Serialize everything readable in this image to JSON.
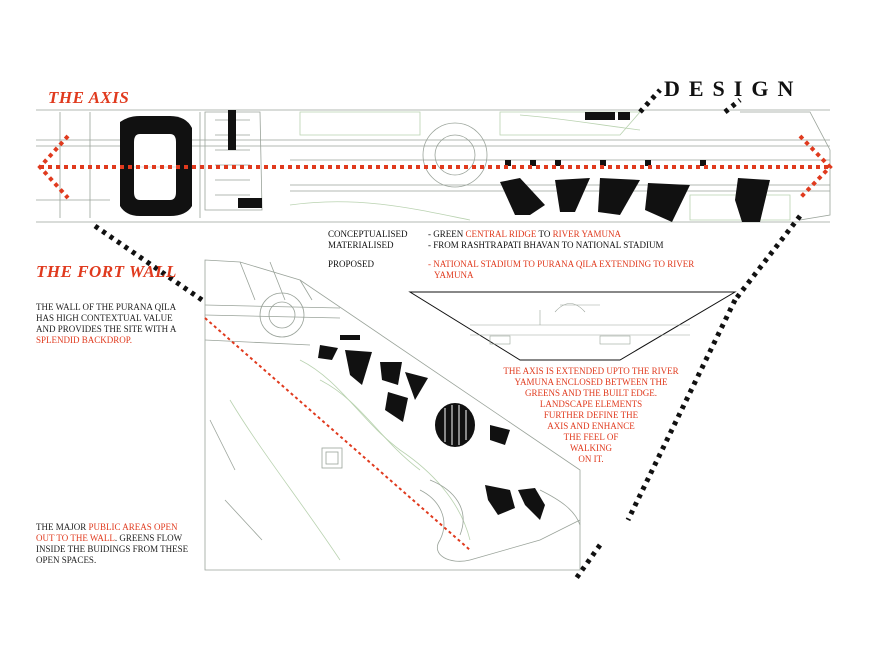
{
  "headings": {
    "design": "DESIGN",
    "axis": "THE AXIS",
    "fort_wall": "THE FORT WALL"
  },
  "concept_table": {
    "rows": [
      {
        "label": "CONCEPTUALISED",
        "prefix": "- GREEN",
        "red1": "CENTRAL RIDGE",
        "mid": "TO",
        "red2": "RIVER YAMUNA"
      },
      {
        "label": "MATERIALISED",
        "text": "- FROM RASHTRAPATI BHAVAN TO NATIONAL STADIUM"
      },
      {
        "label": "PROPOSED",
        "red_text_1": "- NATIONAL STADIUM TO PURANA QILA EXTENDING TO RIVER",
        "red_text_2": "YAMUNA"
      }
    ]
  },
  "fort_wall_text": {
    "line1": "THE WALL OF THE PURANA QILA",
    "line2": "HAS HIGH CONTEXTUAL VALUE",
    "line3": "AND PROVIDES THE SITE WITH A",
    "red": "SPLENDID BACKDROP."
  },
  "axis_note": [
    "THE AXIS IS EXTENDED UPTO THE RIVER",
    "YAMUNA ENCLOSED BETWEEN THE",
    "GREENS AND THE BUILT EDGE.",
    "LANDSCAPE ELEMENTS",
    "FURTHER DEFINE THE",
    "AXIS AND ENHANCE",
    "THE FEEL OF",
    "WALKING",
    "ON IT."
  ],
  "public_areas_text": {
    "prefix": "THE MAJOR",
    "red1": "PUBLIC AREAS OPEN",
    "red2": "OUT TO THE WALL",
    "suffix1": ". GREENS FLOW",
    "line3": "INSIDE THE BUIDINGS FROM THESE",
    "line4": "OPEN SPACES."
  },
  "colors": {
    "accent_red": "#e03a1e",
    "ink": "#111111",
    "linework": "#9aa39a",
    "green_lines": "#b9d2b0"
  }
}
